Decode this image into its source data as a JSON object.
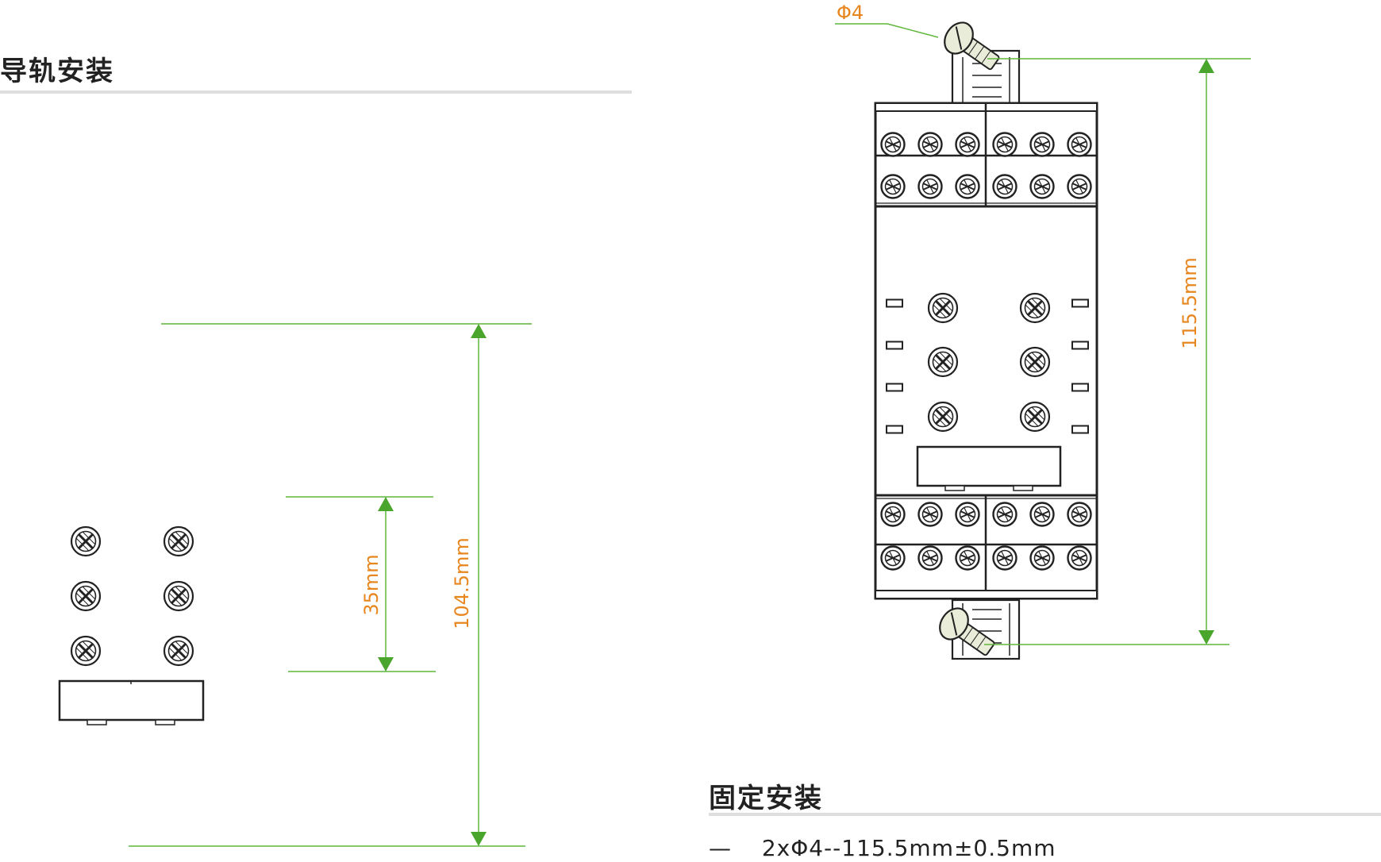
{
  "sections": {
    "rail_title": "导轨安装",
    "fixed_title": "固定安装"
  },
  "dimensions": {
    "rail_width": "35mm",
    "rail_height": "104.5mm",
    "fixed_height": "115.5mm",
    "screw_diameter": "Φ4"
  },
  "spec": {
    "bullet": "—",
    "text": "2xΦ4--115.5mm±0.5mm"
  },
  "colors": {
    "dimension_line": "#5fb63b",
    "dimension_label": "#e8861e",
    "outline": "#222222",
    "title_rule": "#dedede",
    "screw_body": "#e9ecd8"
  },
  "icons": [
    "terminal-screw-icon",
    "cross-screw-icon",
    "mounting-screw-icon",
    "arrow-up-icon",
    "arrow-down-icon"
  ]
}
